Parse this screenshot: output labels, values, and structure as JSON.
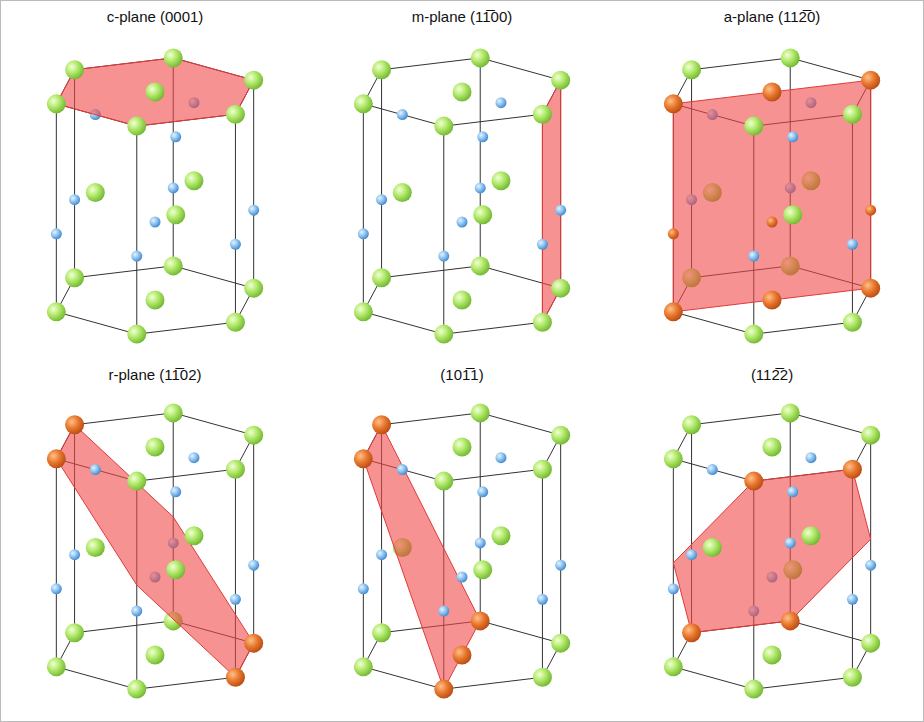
{
  "diagram": {
    "labels": [
      "c-plane (0001)",
      "m-plane (11̅00)",
      "a-plane (112̅0)",
      "r-plane (11̅02)",
      "(101̅1)",
      "(112̅2)"
    ]
  }
}
